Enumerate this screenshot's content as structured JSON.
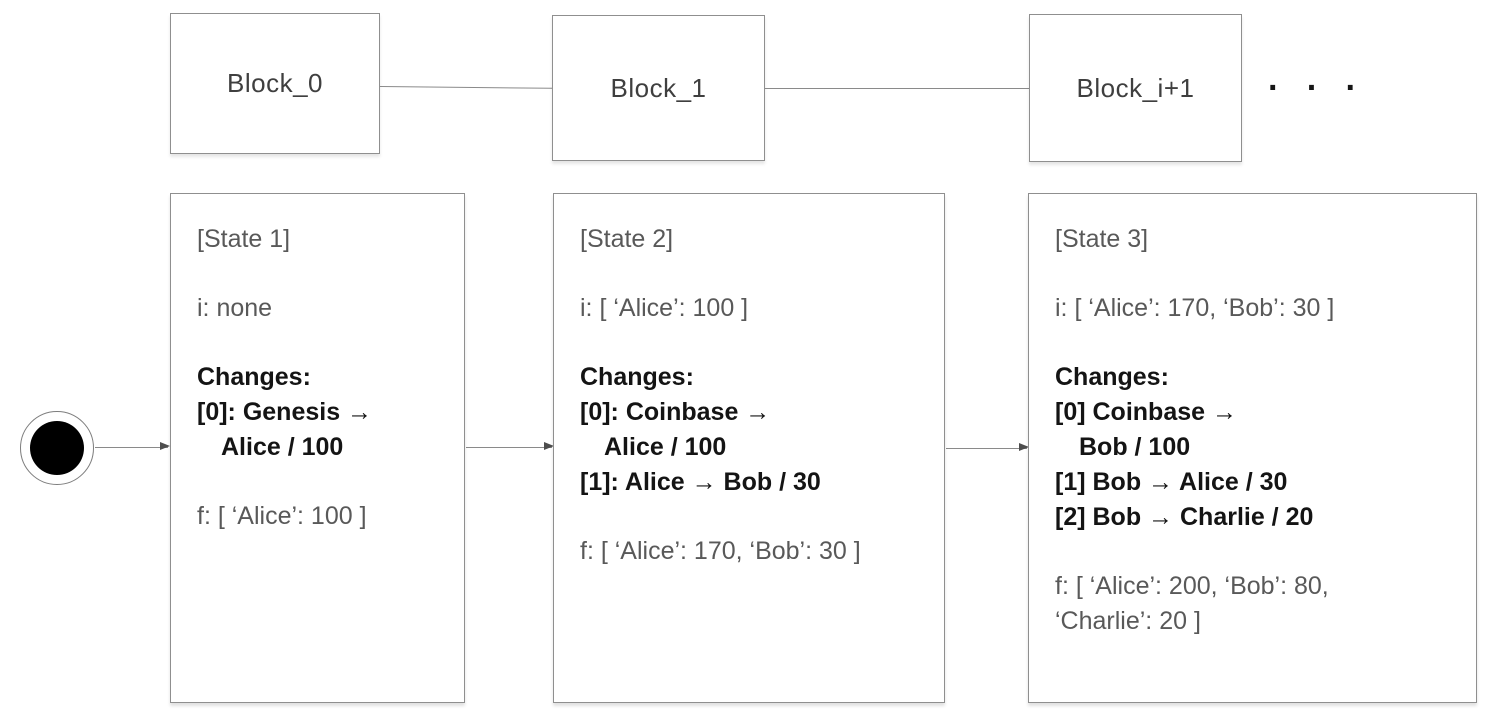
{
  "colors": {
    "background": "#ffffff",
    "box_border": "#8f8f8f",
    "connector": "#8a8a8a",
    "arrow_head": "#4d4d4d",
    "gray_text": "#595959",
    "emphasis_text": "#141414",
    "block_label": "#3f3f3f"
  },
  "blocks": [
    {
      "label": "Block_0"
    },
    {
      "label": "Block_1"
    },
    {
      "label": "Block_i+1"
    }
  ],
  "continuation_dots": "· · ·",
  "states": [
    {
      "title": "[State 1]",
      "lines": [
        {
          "text": "[State 1]",
          "style": "gray"
        },
        {
          "style": "gap"
        },
        {
          "text": "i: none",
          "style": "gray"
        },
        {
          "style": "gap"
        },
        {
          "text": "Changes:",
          "style": "bold"
        },
        {
          "text": "[0]: Genesis →",
          "style": "bold"
        },
        {
          "text": "Alice / 100",
          "style": "bold indent"
        },
        {
          "style": "gap"
        },
        {
          "text": "f: [ ‘Alice’: 100 ]",
          "style": "gray"
        }
      ]
    },
    {
      "title": "[State 2]",
      "lines": [
        {
          "text": "[State 2]",
          "style": "gray"
        },
        {
          "style": "gap"
        },
        {
          "text": "i: [ ‘Alice’: 100 ]",
          "style": "gray"
        },
        {
          "style": "gap"
        },
        {
          "text": "Changes:",
          "style": "bold"
        },
        {
          "text": "[0]: Coinbase →",
          "style": "bold"
        },
        {
          "text": "Alice / 100",
          "style": "bold indent"
        },
        {
          "text": "[1]: Alice → Bob / 30",
          "style": "bold"
        },
        {
          "style": "gap"
        },
        {
          "text": "f: [ ‘Alice’: 170, ‘Bob’: 30 ]",
          "style": "gray"
        }
      ]
    },
    {
      "title": "[State 3]",
      "lines": [
        {
          "text": "[State 3]",
          "style": "gray"
        },
        {
          "style": "gap"
        },
        {
          "text": "i: [ ‘Alice’: 170, ‘Bob’: 30 ]",
          "style": "gray"
        },
        {
          "style": "gap"
        },
        {
          "text": "Changes:",
          "style": "bold"
        },
        {
          "text": "[0] Coinbase →",
          "style": "bold"
        },
        {
          "text": "Bob / 100",
          "style": "bold indent"
        },
        {
          "text": "[1] Bob → Alice / 30",
          "style": "bold"
        },
        {
          "text": "[2] Bob → Charlie / 20",
          "style": "bold"
        },
        {
          "style": "gap"
        },
        {
          "text": "f: [ ‘Alice’: 200, ‘Bob’: 80,",
          "style": "gray"
        },
        {
          "text": "‘Charlie’: 20 ]",
          "style": "gray"
        }
      ]
    }
  ]
}
